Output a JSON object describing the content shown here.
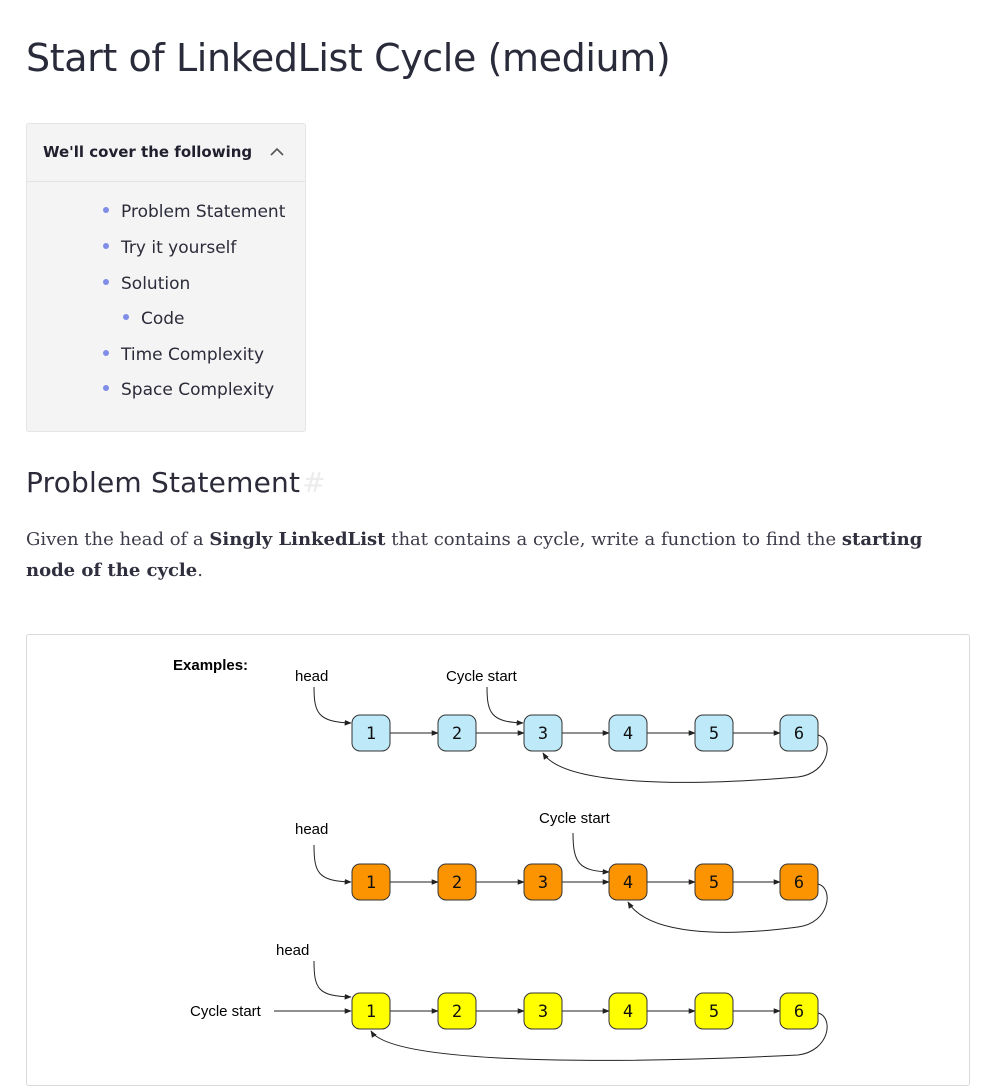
{
  "page": {
    "title": "Start of LinkedList Cycle (medium)"
  },
  "toc": {
    "title": "We'll cover the following",
    "items": [
      {
        "label": "Problem Statement",
        "level": 1
      },
      {
        "label": "Try it yourself",
        "level": 1
      },
      {
        "label": "Solution",
        "level": 1
      },
      {
        "label": "Code",
        "level": 2
      },
      {
        "label": "Time Complexity",
        "level": 1
      },
      {
        "label": "Space Complexity",
        "level": 1
      }
    ]
  },
  "problem": {
    "heading": "Problem Statement",
    "heading_anchor": "#",
    "text_1": "Given the head of a ",
    "bold_1": "Singly LinkedList",
    "text_2": " that contains a cycle, write a function to find the ",
    "bold_2": "starting node of the cycle",
    "text_3": "."
  },
  "diagram": {
    "examples_label": "Examples:",
    "rows": [
      {
        "nodes": [
          "1",
          "2",
          "3",
          "4",
          "5",
          "6"
        ],
        "head_label": "head",
        "cycle_label": "Cycle start",
        "cycle_start_index": 2,
        "color": "#bde9f8"
      },
      {
        "nodes": [
          "1",
          "2",
          "3",
          "4",
          "5",
          "6"
        ],
        "head_label": "head",
        "cycle_label": "Cycle start",
        "cycle_start_index": 3,
        "color": "#fb9400"
      },
      {
        "nodes": [
          "1",
          "2",
          "3",
          "4",
          "5",
          "6"
        ],
        "head_label": "head",
        "cycle_label": "Cycle start",
        "cycle_start_index": 0,
        "color": "#ffff00"
      }
    ]
  }
}
